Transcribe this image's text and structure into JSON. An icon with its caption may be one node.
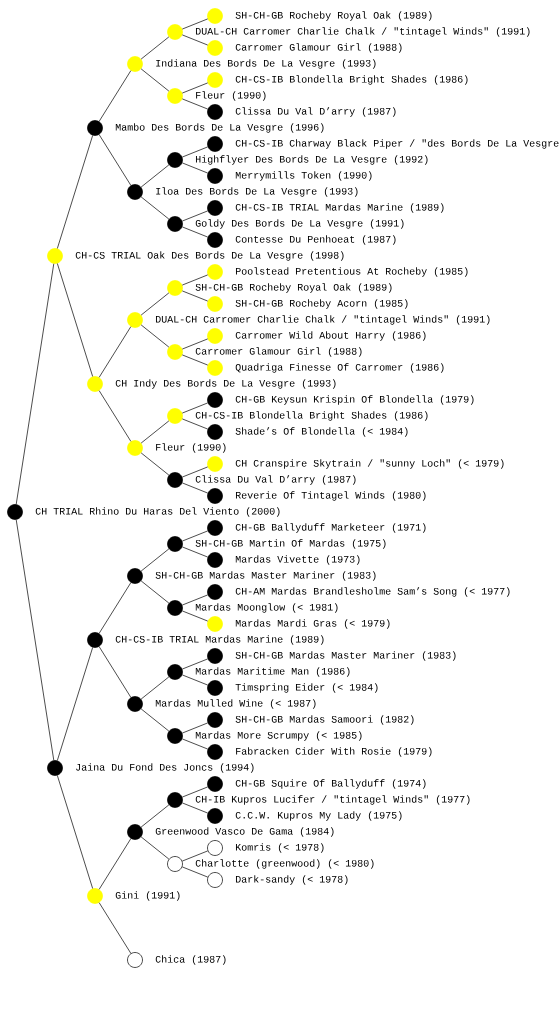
{
  "diagram": {
    "nodes": [
      {
        "text": [],
        "shape": "circle",
        "beside": [
          "SH-CH-GB Rocheby Royal Oak (1989)"
        ]
      },
      {
        "text": [],
        "shape": "circle"
      },
      {
        "text": [],
        "shape": "circle",
        "beside": [
          "Carromer Glamour Girl (1988)"
        ]
      },
      {
        "text": [],
        "shape": "circle"
      },
      {
        "text": [],
        "shape": "circle",
        "beside": [
          "CH-CS-IB Blondella Bright Shades (1986)"
        ]
      },
      {
        "text": [],
        "shape": "circle"
      },
      {
        "text": [],
        "shape": "circle",
        "beside": [
          "Clissa Du Val D’arry (1987)"
        ]
      },
      {
        "text": [],
        "shape": "circle"
      },
      {
        "text": [],
        "shape": "circle",
        "beside": [
          "CH-CS-IB Charway Black Piper / \"des Bords De La Vesgre"
        ]
      },
      {
        "text": [],
        "shape": "circle"
      },
      {
        "text": [],
        "shape": "circle",
        "beside": [
          "Merrymills Token (1990)"
        ]
      },
      {
        "text": [],
        "shape": "circle"
      },
      {
        "text": [],
        "shape": "circle",
        "beside": [
          "CH-CS-IB TRIAL Mardas Marine (1989)"
        ]
      },
      {
        "text": [],
        "shape": "circle"
      },
      {
        "text": [],
        "shape": "circle",
        "beside": [
          "Contesse Du Penhoeat (1987)"
        ]
      },
      {
        "text": [],
        "shape": "circle"
      },
      {
        "text": [],
        "shape": "circle",
        "beside": [
          "Poolstead Pretentious At Rocheby (1985)"
        ]
      },
      {
        "text": [],
        "shape": "circle"
      },
      {
        "text": [],
        "shape": "circle",
        "beside": [
          "SH-CH-GB Rocheby Acorn (1985)"
        ]
      },
      {
        "text": [],
        "shape": "circle"
      },
      {
        "text": [],
        "shape": "circle",
        "beside": [
          "Carromer Wild About Harry (1986)"
        ]
      },
      {
        "text": [],
        "shape": "circle"
      },
      {
        "text": [],
        "shape": "circle",
        "beside": [
          "Quadriga Finesse Of Carromer (1986)"
        ]
      },
      {
        "text": [],
        "shape": "circle"
      },
      {
        "text": [],
        "shape": "circle",
        "beside": [
          "CH-GB Keysun Krispin Of Blondella (1979)"
        ]
      },
      {
        "text": [],
        "shape": "circle"
      },
      {
        "text": [],
        "shape": "circle",
        "beside": [
          "Shade’s Of Blondella (< 1984)"
        ]
      },
      {
        "text": [],
        "shape": "circle"
      },
      {
        "text": [],
        "shape": "circle",
        "beside": [
          "CH Cranspire Skytrain / \"sunny Loch\" (< 1979)"
        ]
      },
      {
        "text": [],
        "shape": "circle"
      },
      {
        "text": [],
        "shape": "circle",
        "beside": [
          "Reverie Of Tintagel Winds (1980)"
        ]
      },
      {
        "text": [],
        "shape": "circle"
      },
      {
        "text": [],
        "shape": "circle",
        "beside": [
          "CH-GB Ballyduff Marketeer (1971)"
        ]
      },
      {
        "text": [],
        "shape": "circle"
      },
      {
        "text": [],
        "shape": "circle",
        "beside": [
          "Mardas Vivette (1973)"
        ]
      },
      {
        "text": [],
        "shape": "circle"
      },
      {
        "text": [],
        "shape": "circle",
        "beside": [
          "CH-AM Mardas Brandlesholme Sam’s Song (< 1977)"
        ]
      },
      {
        "text": [],
        "shape": "circle"
      },
      {
        "text": [],
        "shape": "circle",
        "beside": [
          "Mardas Mardi Gras (< 1979)"
        ]
      },
      {
        "text": [],
        "shape": "circle"
      },
      {
        "text": [],
        "shape": "circle",
        "beside": [
          "SH-CH-GB Mardas Master Mariner (1983)"
        ]
      },
      {
        "text": [],
        "shape": "circle"
      },
      {
        "text": [],
        "shape": "circle",
        "beside": [
          "Timspring Eider (< 1984)"
        ]
      },
      {
        "text": [],
        "shape": "circle"
      },
      {
        "text": [],
        "shape": "circle",
        "beside": [
          "SH-CH-GB Mardas Samoori (1982)"
        ]
      },
      {
        "text": [],
        "shape": "circle"
      },
      {
        "text": [],
        "shape": "circle",
        "beside": [
          "Fabracken Cider With Rosie (1979)"
        ]
      },
      {
        "text": [],
        "shape": "circle"
      },
      {
        "text": [],
        "shape": "circle",
        "beside": [
          "CH-GB Squire Of Ballyduff (1974)"
        ]
      },
      {
        "text": [],
        "shape": "circle"
      },
      {
        "text": [],
        "shape": "circle",
        "beside": [
          "C.C.W. Kupros My Lady (1975)"
        ]
      },
      {
        "text": [],
        "shape": "circle"
      },
      {
        "text": [],
        "shape": "circle",
        "beside": [
          "Komris (< 1978)"
        ]
      },
      {
        "text": [],
        "shape": "circle"
      },
      {
        "text": [],
        "shape": "circle",
        "beside": [
          "Dark-sandy (< 1978)"
        ]
      },
      {
        "text": [],
        "shape": "circle",
        "beside": [
          "Gini (1991)"
        ]
      },
      {
        "text": [],
        "shape": "circle",
        "beside": [
          "Chica (1987)"
        ]
      }
    ],
    "edges": [
      {
        "from": 31,
        "to": 15,
        "arrow": "none"
      },
      {
        "from": 31,
        "to": 47,
        "arrow": "none"
      },
      {
        "from": 15,
        "to": 7,
        "arrow": "none"
      },
      {
        "from": 15,
        "to": 23,
        "arrow": "none"
      },
      {
        "from": 47,
        "to": 39,
        "arrow": "none"
      },
      {
        "from": 47,
        "to": 55,
        "arrow": "none"
      },
      {
        "from": 7,
        "to": 3,
        "arrow": "none"
      },
      {
        "from": 7,
        "to": 11,
        "arrow": "none"
      },
      {
        "from": 23,
        "to": 19,
        "arrow": "none"
      },
      {
        "from": 23,
        "to": 27,
        "arrow": "none"
      },
      {
        "from": 39,
        "to": 35,
        "arrow": "none"
      },
      {
        "from": 39,
        "to": 43,
        "arrow": "none"
      },
      {
        "from": 55,
        "to": 51,
        "arrow": "none"
      },
      {
        "from": 55,
        "to": 56,
        "arrow": "none"
      },
      {
        "from": 3,
        "to": 1,
        "arrow": "none"
      },
      {
        "from": 3,
        "to": 5,
        "arrow": "none"
      },
      {
        "from": 11,
        "to": 9,
        "arrow": "none"
      },
      {
        "from": 11,
        "to": 13,
        "arrow": "none"
      },
      {
        "from": 19,
        "to": 17,
        "arrow": "none"
      },
      {
        "from": 19,
        "to": 21,
        "arrow": "none"
      },
      {
        "from": 27,
        "to": 25,
        "arrow": "none"
      },
      {
        "from": 27,
        "to": 29,
        "arrow": "none"
      },
      {
        "from": 35,
        "to": 33,
        "arrow": "none"
      },
      {
        "from": 35,
        "to": 37,
        "arrow": "none"
      },
      {
        "from": 43,
        "to": 41,
        "arrow": "none"
      },
      {
        "from": 43,
        "to": 45,
        "arrow": "none"
      },
      {
        "from": 51,
        "to": 49,
        "arrow": "none"
      },
      {
        "from": 51,
        "to": 53,
        "arrow": "none"
      },
      {
        "from": 1,
        "to": 0,
        "arrow": "none"
      },
      {
        "from": 1,
        "to": 2,
        "arrow": "none"
      },
      {
        "from": 5,
        "to": 4,
        "arrow": "none"
      },
      {
        "from": 5,
        "to": 6,
        "arrow": "none"
      },
      {
        "from": 9,
        "to": 8,
        "arrow": "none"
      },
      {
        "from": 9,
        "to": 10,
        "arrow": "none"
      },
      {
        "from": 13,
        "to": 12,
        "arrow": "none"
      },
      {
        "from": 13,
        "to": 14,
        "arrow": "none"
      },
      {
        "from": 17,
        "to": 16,
        "arrow": "none"
      },
      {
        "from": 17,
        "to": 18,
        "arrow": "none"
      },
      {
        "from": 21,
        "to": 20,
        "arrow": "none"
      },
      {
        "from": 21,
        "to": 22,
        "arrow": "none"
      },
      {
        "from": 25,
        "to": 24,
        "arrow": "none"
      },
      {
        "from": 25,
        "to": 26,
        "arrow": "none"
      },
      {
        "from": 29,
        "to": 28,
        "arrow": "none"
      },
      {
        "from": 29,
        "to": 30,
        "arrow": "none"
      },
      {
        "from": 33,
        "to": 32,
        "arrow": "none"
      },
      {
        "from": 33,
        "to": 34,
        "arrow": "none"
      },
      {
        "from": 37,
        "to": 36,
        "arrow": "none"
      },
      {
        "from": 37,
        "to": 38,
        "arrow": "none"
      },
      {
        "from": 41,
        "to": 40,
        "arrow": "none"
      },
      {
        "from": 41,
        "to": 42,
        "arrow": "none"
      },
      {
        "from": 45,
        "to": 44,
        "arrow": "none"
      },
      {
        "from": 45,
        "to": 46,
        "arrow": "none"
      },
      {
        "from": 49,
        "to": 48,
        "arrow": "none"
      },
      {
        "from": 49,
        "to": 50,
        "arrow": "none"
      },
      {
        "from": 53,
        "to": 52,
        "arrow": "none"
      },
      {
        "from": 53,
        "to": 54,
        "arrow": "none"
      }
    ],
    "labels": [
      "DUAL-CH Carromer Charlie Chalk / \"tintagel Winds\" (1991)",
      "Indiana Des Bords De La Vesgre (1993)",
      "Fleur (1990)",
      "Mambo Des Bords De La Vesgre (1996)",
      "Highflyer Des Bords De La Vesgre (1992)",
      "Iloa Des Bords De La Vesgre (1993)",
      "Goldy Des Bords De La Vesgre (1991)",
      "CH-CS TRIAL Oak Des Bords De La Vesgre (1998)",
      "SH-CH-GB Rocheby Royal Oak (1989)",
      "DUAL-CH Carromer Charlie Chalk / \"tintagel Winds\" (1991)",
      "Carromer Glamour Girl (1988)",
      "CH Indy Des Bords De La Vesgre (1993)",
      "CH-CS-IB Blondella Bright Shades (1986)",
      "Fleur (1990)",
      "Clissa Du Val D’arry (1987)",
      "CH TRIAL Rhino Du Haras Del Viento (2000)",
      "SH-CH-GB Martin Of Mardas (1975)",
      "SH-CH-GB Mardas Master Mariner (1983)",
      "Mardas Moonglow (< 1981)",
      "CH-CS-IB TRIAL Mardas Marine (1989)",
      "Mardas Maritime Man (1986)",
      "Mardas Mulled Wine (< 1987)",
      "Mardas More Scrumpy (< 1985)",
      "Jaina Du Fond Des Joncs (1994)",
      "CH-IB Kupros Lucifer / \"tintagel Winds\" (1977)",
      "Greenwood Vasco De Gama (1984)",
      "Charlotte (greenwood) (< 1980)"
    ]
  }
}
